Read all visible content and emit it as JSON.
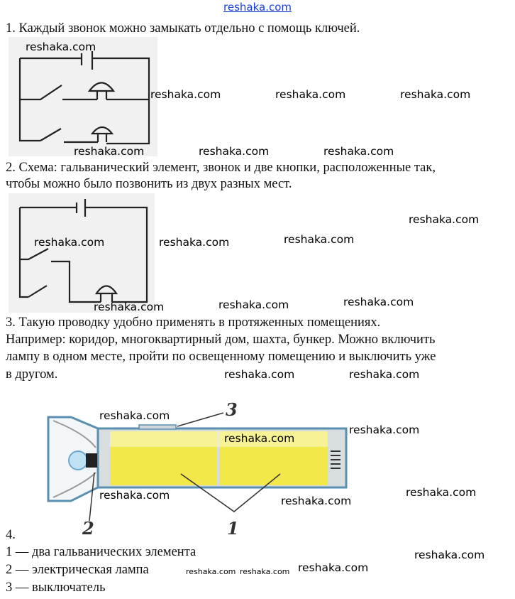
{
  "header_link": "reshaka.com",
  "lines": [
    "1. Каждый звонок можно замыкать отдельно с помощь ключей.",
    "2. Схема: гальванический элемент, звонок и две кнопки, расположенные так,",
    "чтобы можно было позвонить из двух разных мест.",
    "3. Такую проводку удобно применять в протяженных помещениях.",
    "Например: коридор, многоквартирный дом, шахта, бункер. Можно включить",
    "лампу в одном месте, пройти по освещенному помещению и выключить уже",
    "в другом.",
    "4.",
    "1 — два гальванических элемента",
    "2 — электрическая лампа",
    "3 — выключатель"
  ],
  "figure_labels": {
    "switch": "3",
    "lamp": "2",
    "cells": "1"
  },
  "watermark": "reshaka.com",
  "colors": {
    "battery": "#f2e84a",
    "casing": "#5a8fb0",
    "link": "#1a3fd0"
  }
}
